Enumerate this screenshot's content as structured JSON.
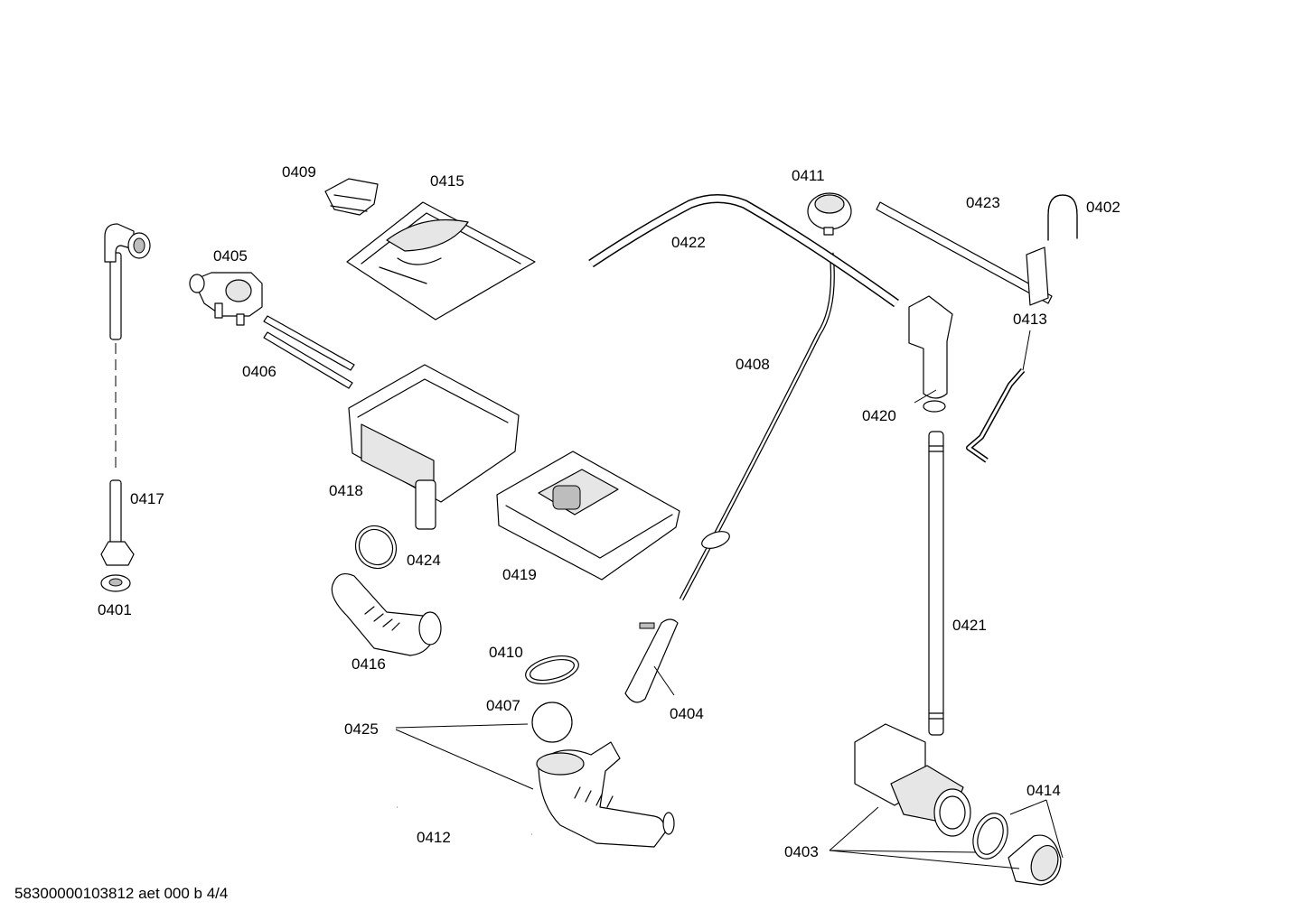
{
  "labels": {
    "p0401": "0401",
    "p0402": "0402",
    "p0403": "0403",
    "p0404": "0404",
    "p0405": "0405",
    "p0406": "0406",
    "p0407": "0407",
    "p0408": "0408",
    "p0409": "0409",
    "p0410": "0410",
    "p0411": "0411",
    "p0412": "0412",
    "p0413": "0413",
    "p0414": "0414",
    "p0415": "0415",
    "p0416": "0416",
    "p0417": "0417",
    "p0418": "0418",
    "p0419": "0419",
    "p0420": "0420",
    "p0421": "0421",
    "p0422": "0422",
    "p0423": "0423",
    "p0424": "0424",
    "p0425": "0425"
  },
  "footer": "58300000103812 aet 000 b 4/4"
}
